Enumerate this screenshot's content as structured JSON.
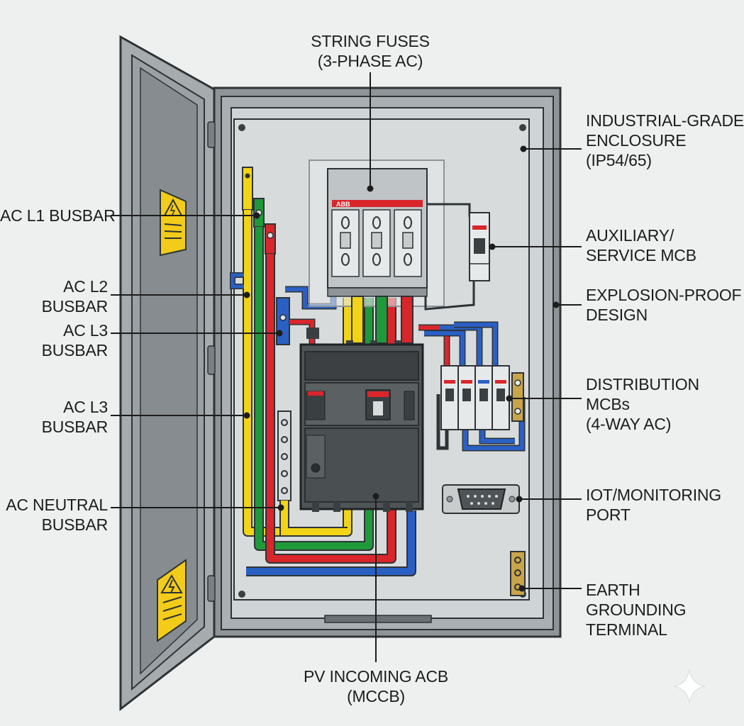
{
  "labels": {
    "string_fuses": [
      "STRING FUSES",
      "(3-PHASE AC)"
    ],
    "industrial_enclosure": [
      "INDUSTRIAL-GRADE",
      "ENCLOSURE",
      "(IP54/65)"
    ],
    "ac_l1_busbar": [
      "AC L1 BUSBAR"
    ],
    "auxiliary_mcb": [
      "AUXILIARY/",
      "SERVICE MCB"
    ],
    "ac_l2_busbar": [
      "AC L2",
      "BUSBAR"
    ],
    "explosion_proof": [
      "EXPLOSION-PROOF",
      "DESIGN"
    ],
    "ac_l3_busbar_upper": [
      "AC L3",
      "BUSBAR"
    ],
    "distribution_mcbs": [
      "DISTRIBUTION",
      "MCBs",
      "(4-WAY AC)"
    ],
    "ac_l3_busbar_lower": [
      "AC L3",
      "BUSBAR"
    ],
    "iot_port": [
      "IOT/MONITORING",
      "PORT"
    ],
    "ac_neutral_busbar": [
      "AC NEUTRAL",
      "BUSBAR"
    ],
    "earth_terminal": [
      "EARTH",
      "GROUNDING",
      "TERMINAL"
    ],
    "pv_incoming_acb": [
      "PV INCOMING ACB",
      "(MCCB)"
    ]
  },
  "device_text": {
    "fuse_brand": "ABB"
  },
  "colors": {
    "phase_l1": "#f2d417",
    "phase_l2": "#1f9a3a",
    "phase_l3": "#d9262b",
    "neutral": "#2a5fc4",
    "warning": "#f3cc19",
    "brass": "#c9a54a",
    "enclosure": "#9aa0a3",
    "mounting_plate": "#d7dbdc",
    "breaker_body": "#4f5456",
    "background": "#eef0ef"
  },
  "icons": [
    "warning-triangle-icon",
    "lightning-icon",
    "d-sub-connector-icon",
    "sparkle-icon"
  ]
}
